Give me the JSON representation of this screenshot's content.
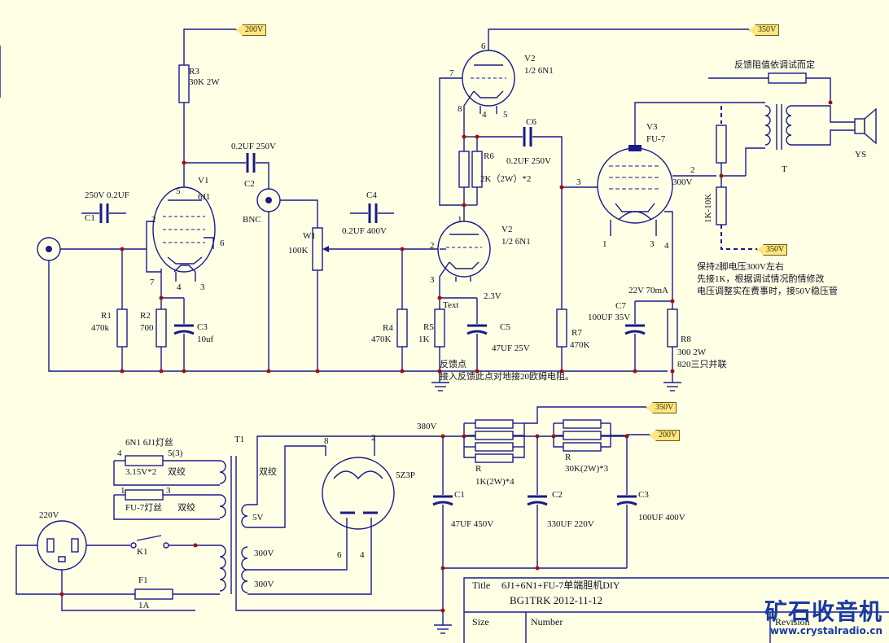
{
  "title_block": {
    "title_label": "Title",
    "title_value": "6J1+6N1+FU-7单端胆机DIY",
    "author_date": "BG1TRK 2012-11-12",
    "size_label": "Size",
    "number_label": "Number",
    "revision_label": "Revision"
  },
  "watermark": {
    "text": "矿石收音机",
    "url": "www.crystalradio.cn"
  },
  "power_flags": {
    "f200_top": "200V",
    "f350_top": "350V",
    "f350_right": "350V",
    "f350_psu": "350V",
    "f200_psu": "200V"
  },
  "labels": {
    "r3": "R3",
    "r3v": "30K 2W",
    "v1": "V1",
    "v1t": "6J1",
    "c1v": "250V 0.2UF",
    "c1": "C1",
    "c2v": "0.2UF 250V",
    "c2": "C2",
    "bnc": "BNC",
    "c4": "C4",
    "c4v": "0.2UF 400V",
    "w1": "W1",
    "w1v": "100K",
    "r1": "R1",
    "r1v": "470k",
    "r2": "R2",
    "r2v": "700",
    "c3": "C3",
    "c3v": "10uf",
    "r4": "R4",
    "r4v": "470K",
    "r5": "R5",
    "r5v": "1K",
    "text": "Text",
    "c5": "C5",
    "c5v": "47UF 25V",
    "v2a": "V2",
    "v2at": "1/2 6N1",
    "v2b": "V2",
    "v2bt": "1/2 6N1",
    "r6": "R6",
    "r6v": "2K（2W）*2",
    "c6": "C6",
    "c6v": "0.2UF 250V",
    "v3": "V3",
    "v3t": "FU-7",
    "v300": "300V",
    "r7": "R7",
    "r7v": "470K",
    "c7": "C7",
    "c7v": "100UF 35V",
    "c7i": "22V 70mA",
    "r8": "R8",
    "r8v": "300 2W",
    "r8n": "820三只并联",
    "fb_note": "反馈阻值依调试而定",
    "rk": "1K-10K",
    "t": "T",
    "ys": "YS",
    "fb_point": "反馈点",
    "fb_point2": "接入反馈此点对地接20欧姆电阻。",
    "note1": "保持2脚电压300V左右",
    "note2": "先接1K，根据调试情况酌情修改",
    "note3": "电压调整实在费事时，接50V稳压管",
    "v23": "2.3V",
    "t1": "T1",
    "heater1": "6N1 6J1灯丝",
    "h3v": "3.15V*2",
    "twist1": "双绞",
    "fu7h": "FU-7灯丝",
    "twist2": "双绞",
    "twist3": "双绞",
    "v5": "5V",
    "v300a": "300V",
    "v300b": "300V",
    "v220": "220V",
    "k1": "K1",
    "f1": "F1",
    "f1v": "1A",
    "rect": "5Z3P",
    "v380": "380V",
    "pc1": "C1",
    "pc1v": "47UF 450V",
    "pc2": "C2",
    "pc2v": "330UF 220V",
    "pc3": "C3",
    "pc3v": "100UF 400V",
    "pr1": "R",
    "pr1v": "1K(2W)*4",
    "pr2": "R",
    "pr2v": "30K(2W)*3",
    "p4": "4",
    "p53": "5(3)",
    "p1": "1",
    "p3": "3",
    "p8": "8",
    "p2r": "2",
    "p6r": "6",
    "p4r": "4",
    "pin5": "5",
    "pin2": "2",
    "pin6": "6",
    "pin7": "7",
    "pin4": "4",
    "pin3": "3",
    "pa6": "6",
    "pa7": "7",
    "pa8": "8",
    "pa4": "4",
    "pa5": "5",
    "pb1": "1",
    "pb2": "2",
    "pb3": "3",
    "pv3": "3",
    "pv2": "2",
    "pv1": "1",
    "pv3b": "3",
    "pv4": "4"
  }
}
